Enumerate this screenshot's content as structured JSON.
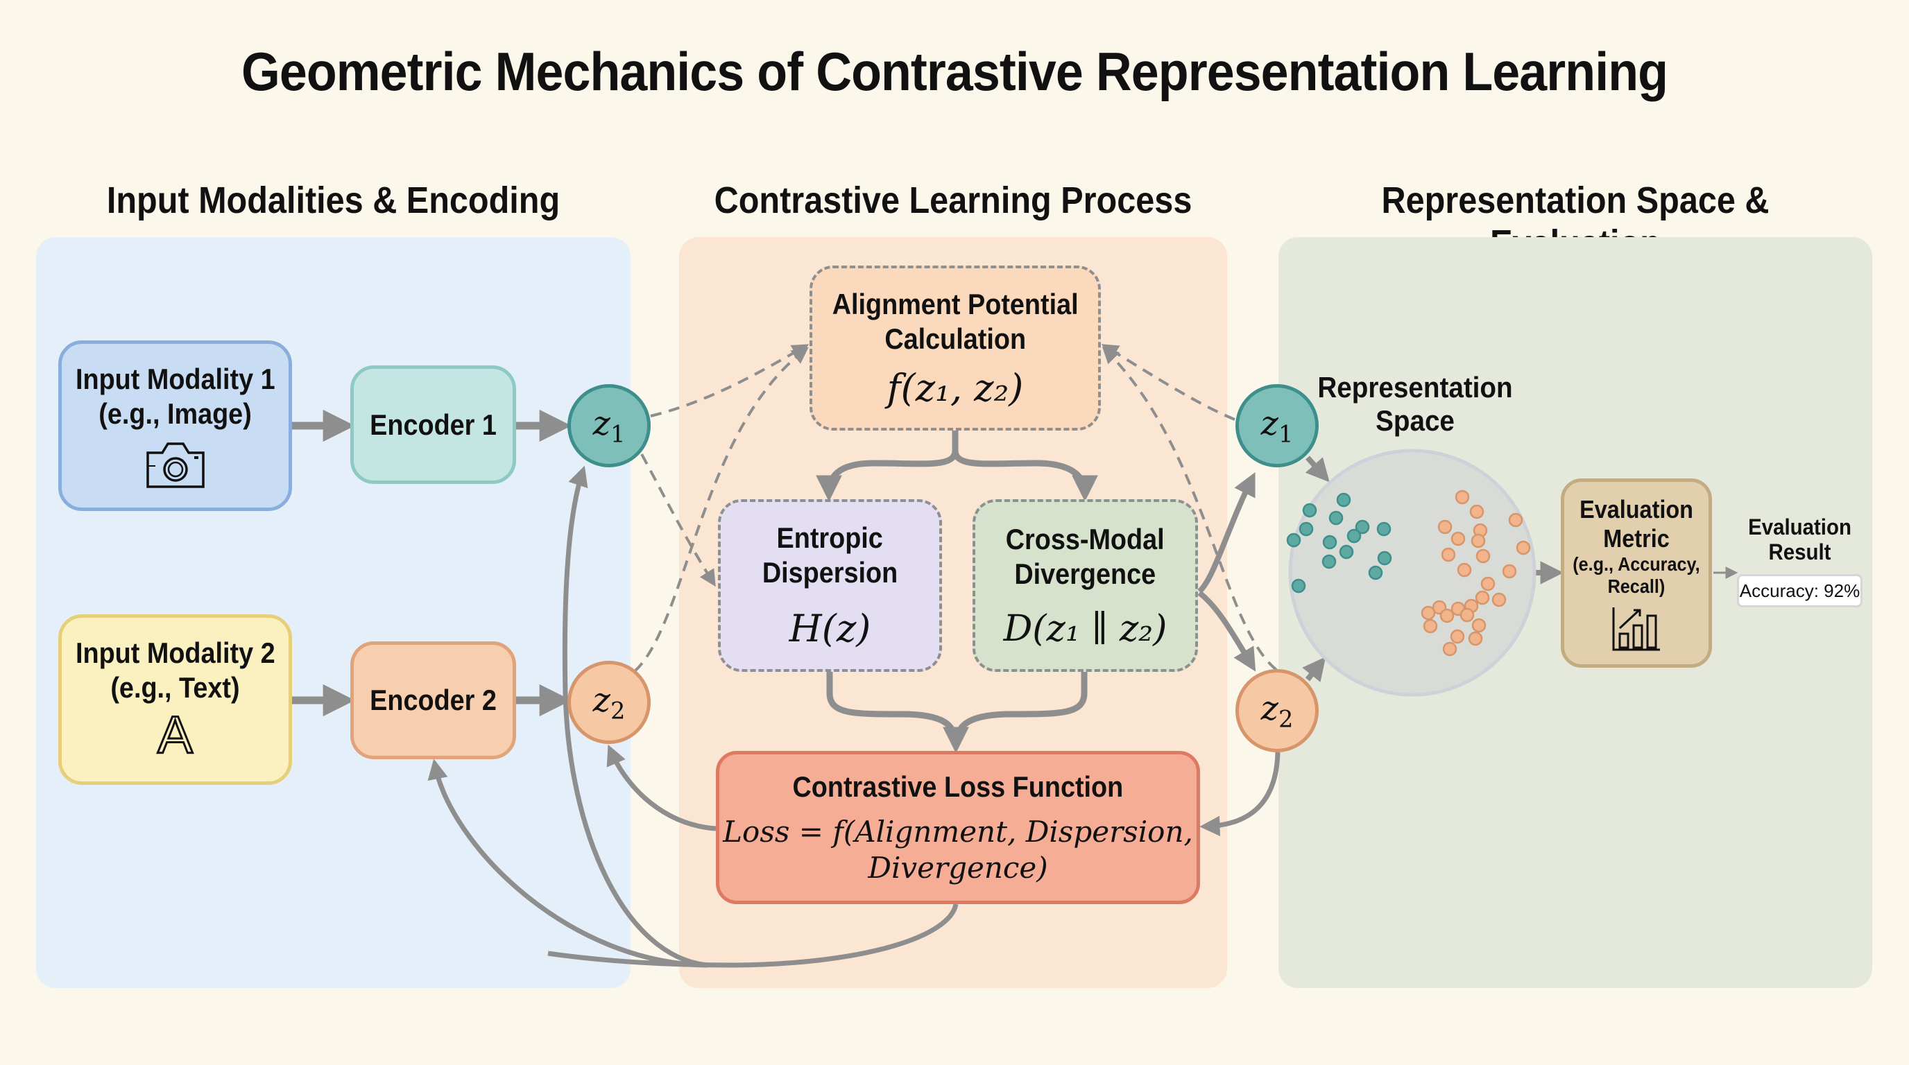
{
  "title": "Geometric Mechanics of Contrastive Representation Learning",
  "sections": {
    "left": "Input Modalities & Encoding",
    "middle": "Contrastive Learning Process",
    "right": "Representation Space & Evaluation"
  },
  "inputs": [
    {
      "line1": "Input Modality 1",
      "line2": "(e.g., Image)",
      "icon": "camera-icon"
    },
    {
      "line1": "Input Modality 2",
      "line2": "(e.g., Text)",
      "icon": "letter-a-icon",
      "glyph": "A"
    }
  ],
  "encoders": [
    "Encoder 1",
    "Encoder 2"
  ],
  "embeddings": {
    "z1": {
      "base": "z",
      "sub": "1"
    },
    "z2": {
      "base": "z",
      "sub": "2"
    }
  },
  "process": {
    "alignment": {
      "line1": "Alignment Potential",
      "line2": "Calculation",
      "formula": "f(z₁, z₂)"
    },
    "entropic": {
      "line1": "Entropic",
      "line2": "Dispersion",
      "formula": "H(z)"
    },
    "crossmodal": {
      "line1": "Cross-Modal",
      "line2": "Divergence",
      "formula": "D(z₁ ∥ z₂)"
    },
    "loss": {
      "title": "Contrastive Loss Function",
      "formula_line1": "Loss = f(Alignment, Dispersion,",
      "formula_line2": "Divergence)"
    }
  },
  "representation": {
    "label_line1": "Representation",
    "label_line2": "Space",
    "clusters": [
      {
        "name": "modality-1",
        "color": "#5fa9a3"
      },
      {
        "name": "modality-2",
        "color": "#f2b48a"
      }
    ]
  },
  "evaluation": {
    "metric_line1": "Evaluation",
    "metric_line2": "Metric",
    "metric_sub1": "(e.g., Accuracy,",
    "metric_sub2": "Recall)",
    "metric_icon": "bar-chart-growth-icon",
    "result_line1": "Evaluation",
    "result_line2": "Result",
    "result_value": "Accuracy: 92%"
  },
  "colors": {
    "background": "#fbf7ea",
    "panel_left": "#e4eff9",
    "panel_middle": "#fbe5d3",
    "panel_right": "#e5e9dc",
    "arrow": "#8e8e8e",
    "z1": "#7fbfba",
    "z2": "#f7c8a4"
  }
}
